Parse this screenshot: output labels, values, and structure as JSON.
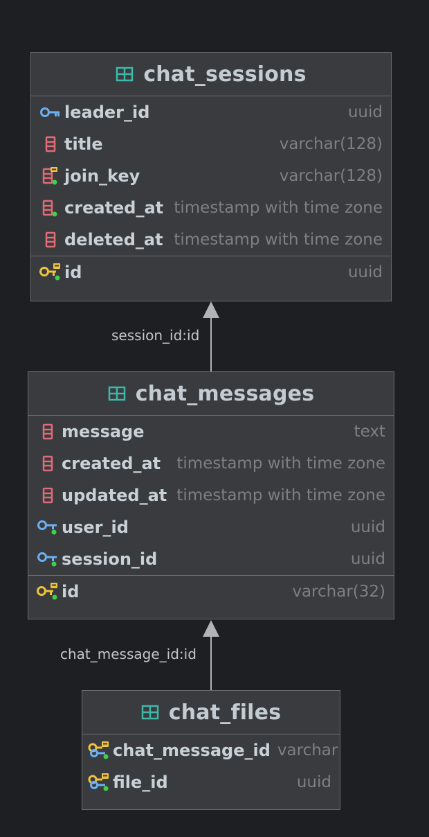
{
  "colors": {
    "background": "#1e1f22",
    "table_bg": "#393b3e",
    "border": "#6b6d70",
    "column_icon": "#e06c75",
    "key_icon_blue": "#6ab0f3",
    "key_icon_yellow": "#f0c33c",
    "index_dot": "#3fd14a",
    "table_icon": "#3fb8a8",
    "arrow": "#b0b3b7"
  },
  "tables": {
    "sessions": {
      "title": "chat_sessions",
      "icon": "table-icon",
      "columns": [
        {
          "name": "leader_id",
          "type": "uuid",
          "icon": "foreign-key-icon"
        },
        {
          "name": "title",
          "type": "varchar(128)",
          "icon": "column-icon"
        },
        {
          "name": "join_key",
          "type": "varchar(128)",
          "icon": "unique-index-column-icon"
        },
        {
          "name": "created_at",
          "type": "timestamp with time zone",
          "icon": "indexed-column-icon"
        },
        {
          "name": "deleted_at",
          "type": "timestamp with time zone",
          "icon": "column-icon"
        }
      ],
      "primary": [
        {
          "name": "id",
          "type": "uuid",
          "icon": "primary-key-icon"
        }
      ]
    },
    "messages": {
      "title": "chat_messages",
      "icon": "table-icon",
      "columns": [
        {
          "name": "message",
          "type": "text",
          "icon": "column-icon"
        },
        {
          "name": "created_at",
          "type": "timestamp with time zone",
          "icon": "column-icon"
        },
        {
          "name": "updated_at",
          "type": "timestamp with time zone",
          "icon": "column-icon"
        },
        {
          "name": "user_id",
          "type": "uuid",
          "icon": "indexed-foreign-key-icon"
        },
        {
          "name": "session_id",
          "type": "uuid",
          "icon": "indexed-foreign-key-icon"
        }
      ],
      "primary": [
        {
          "name": "id",
          "type": "varchar(32)",
          "icon": "primary-key-icon"
        }
      ]
    },
    "files": {
      "title": "chat_files",
      "icon": "table-icon",
      "columns": [
        {
          "name": "chat_message_id",
          "type": "varchar",
          "icon": "primary-foreign-key-icon"
        },
        {
          "name": "file_id",
          "type": "uuid",
          "icon": "primary-foreign-key-icon"
        }
      ],
      "primary": []
    }
  },
  "relations": [
    {
      "label": "session_id:id",
      "from": "chat_messages",
      "to": "chat_sessions"
    },
    {
      "label": "chat_message_id:id",
      "from": "chat_files",
      "to": "chat_messages"
    }
  ]
}
